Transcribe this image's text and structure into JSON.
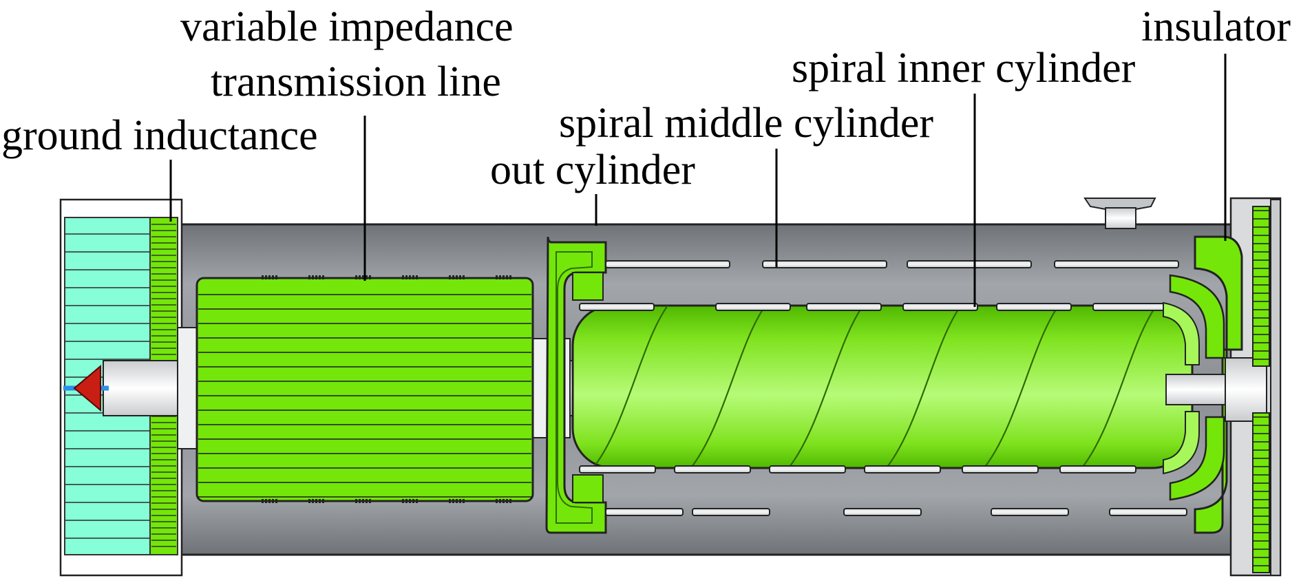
{
  "labels": {
    "ground_inductance": "ground inductance",
    "variable_impedance_line1": "variable impedance",
    "variable_impedance_line2": "transmission line",
    "out_cylinder": "out cylinder",
    "spiral_middle_cylinder": "spiral middle cylinder",
    "spiral_inner_cylinder": "spiral inner cylinder",
    "insulator": "insulator"
  },
  "colors": {
    "housing": "#8f9397",
    "housing_dark": "#6d7175",
    "green": "#74e60a",
    "green_light": "#a7f75a",
    "cyan": "#86ffd8",
    "red_cone": "#c81e14",
    "blue_rod": "#2e8fe8"
  }
}
